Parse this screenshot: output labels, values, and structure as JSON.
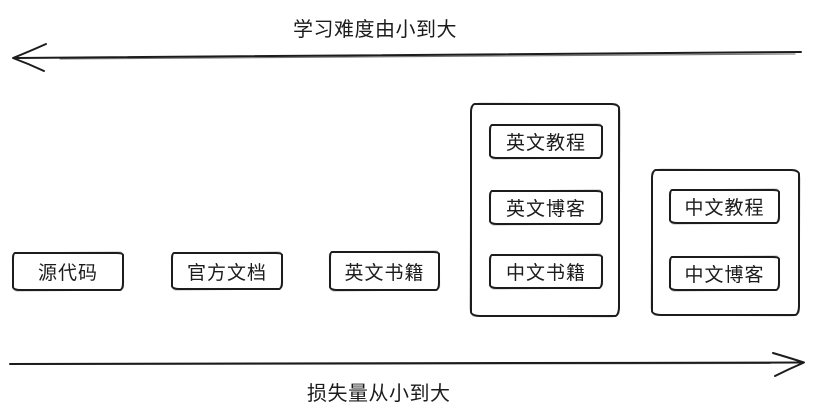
{
  "canvas": {
    "background": "#ffffff",
    "stroke_color": "#1c1c1c"
  },
  "axes": {
    "top": {
      "label": "学习难度由小到大",
      "direction": "left"
    },
    "bottom": {
      "label": "损失量从小到大",
      "direction": "right"
    }
  },
  "standalone_boxes": [
    {
      "label": "源代码"
    },
    {
      "label": "官方文档"
    },
    {
      "label": "英文书籍"
    }
  ],
  "groups": [
    {
      "items": [
        {
          "label": "英文教程"
        },
        {
          "label": "英文博客"
        },
        {
          "label": "中文书籍"
        }
      ]
    },
    {
      "items": [
        {
          "label": "中文教程"
        },
        {
          "label": "中文博客"
        }
      ]
    }
  ]
}
